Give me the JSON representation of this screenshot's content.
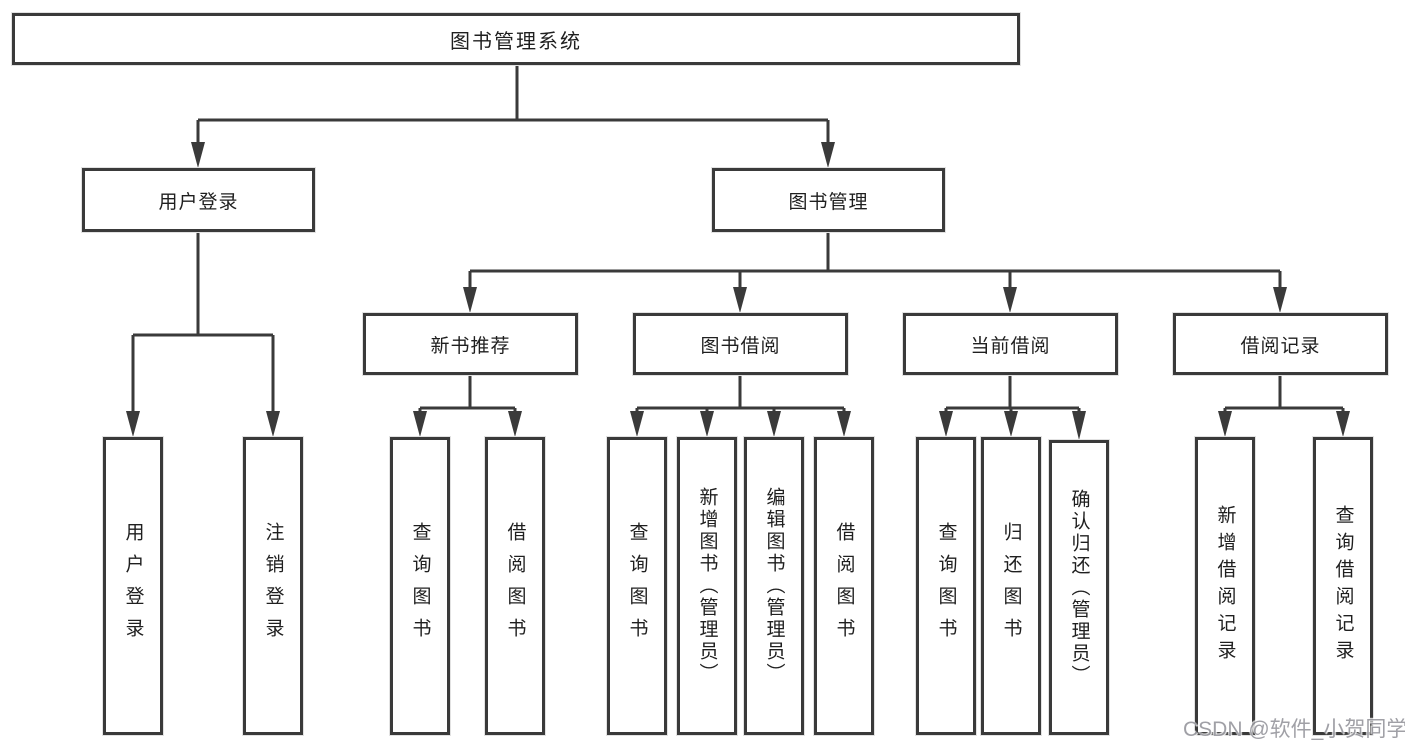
{
  "diagram_type": "hierarchy-tree",
  "tree": {
    "root": "图书管理系统",
    "branches": [
      {
        "label": "用户登录",
        "children": [
          "用户登录",
          "注销登录"
        ]
      },
      {
        "label": "图书管理",
        "sub": [
          {
            "label": "新书推荐",
            "children": [
              "查询图书",
              "借阅图书"
            ]
          },
          {
            "label": "图书借阅",
            "children": [
              "查询图书",
              "新增图书（管理员）",
              "编辑图书（管理员）",
              "借阅图书"
            ]
          },
          {
            "label": "当前借阅",
            "children": [
              "查询图书",
              "归还图书",
              "确认归还（管理员）"
            ]
          },
          {
            "label": "借阅记录",
            "children": [
              "新增借阅记录",
              "查询借阅记录"
            ]
          }
        ]
      }
    ]
  },
  "watermark": {
    "text": "CSDN @软件_小贺同学"
  },
  "colors": {
    "line": "#3a3a3a",
    "box_border": "#3a3a3a",
    "background": "#ffffff",
    "watermark": "#98989e"
  }
}
